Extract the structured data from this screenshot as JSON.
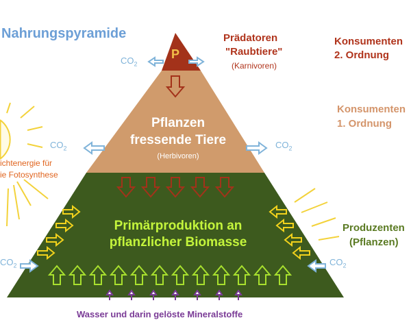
{
  "title": "Nahrungspyramide",
  "top_level": {
    "symbol": "P",
    "label_line1": "Prädatoren",
    "label_line2": "\"Raubtiere\"",
    "label_line3": "(Karnivoren)",
    "consumer_line1": "Konsumenten",
    "consumer_line2": "2. Ordnung",
    "color": "#a3321a"
  },
  "middle_level": {
    "text_line1": "Pflanzen",
    "text_line2": "fressende Tiere",
    "text_line3": "(Herbivoren)",
    "consumer_line1": "Konsumenten",
    "consumer_line2": "1. Ordnung",
    "color": "#d09b6c"
  },
  "bottom_level": {
    "text_line1": "Primärproduktion an",
    "text_line2": "pflanzlicher Biomasse",
    "producer_line1": "Produzenten",
    "producer_line2": "(Pflanzen)",
    "color": "#3d5a1e"
  },
  "sun": {
    "label_line1": "ichtenergie für",
    "label_line2": "ie Fotosynthese",
    "color": "#f3d23a"
  },
  "co2": {
    "text": "CO",
    "sub": "2"
  },
  "water_label": "Wasser und darin gelöste Mineralstoffe",
  "colors": {
    "arrow_brown": "#a3321a",
    "arrow_yellow": "#f2d21c",
    "arrow_green": "#a8e02e",
    "co2_blue": "#7fb3d9",
    "mineral_purple": "#7a3b96"
  }
}
